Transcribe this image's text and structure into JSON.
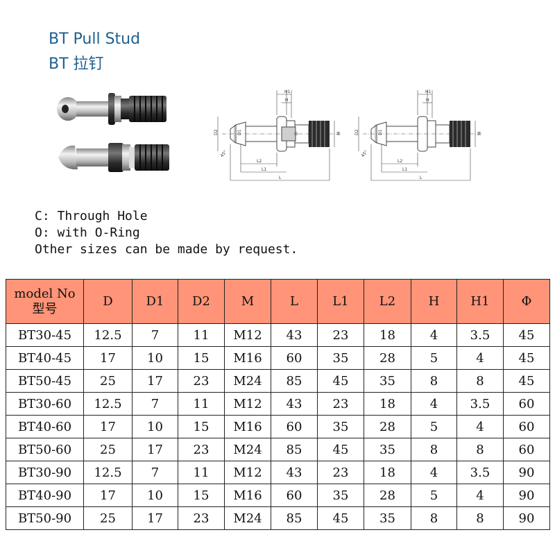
{
  "title": {
    "line1": "BT Pull Stud",
    "line2": "BT 拉钉"
  },
  "notes": [
    "C: Through Hole",
    "O: with O-Ring",
    "Other sizes can be made by request."
  ],
  "drawing_labels": {
    "D": "D",
    "D1": "D1",
    "D2": "D2",
    "M": "M",
    "L": "L",
    "L1": "L1",
    "L2": "L2",
    "H": "H",
    "H1": "H1",
    "angle": "45°"
  },
  "colors": {
    "title": "#1e5f8f",
    "header_bg": "#ff9478"
  },
  "table": {
    "headers": [
      "model No",
      "D",
      "D1",
      "D2",
      "M",
      "L",
      "L1",
      "L2",
      "H",
      "H1",
      "Φ"
    ],
    "header_model_cn": "型号",
    "rows": [
      [
        "BT30-45",
        "12.5",
        "7",
        "11",
        "M12",
        "43",
        "23",
        "18",
        "4",
        "3.5",
        "45"
      ],
      [
        "BT40-45",
        "17",
        "10",
        "15",
        "M16",
        "60",
        "35",
        "28",
        "5",
        "4",
        "45"
      ],
      [
        "BT50-45",
        "25",
        "17",
        "23",
        "M24",
        "85",
        "45",
        "35",
        "8",
        "8",
        "45"
      ],
      [
        "BT30-60",
        "12.5",
        "7",
        "11",
        "M12",
        "43",
        "23",
        "18",
        "4",
        "3.5",
        "60"
      ],
      [
        "BT40-60",
        "17",
        "10",
        "15",
        "M16",
        "60",
        "35",
        "28",
        "5",
        "4",
        "60"
      ],
      [
        "BT50-60",
        "25",
        "17",
        "23",
        "M24",
        "85",
        "45",
        "35",
        "8",
        "8",
        "60"
      ],
      [
        "BT30-90",
        "12.5",
        "7",
        "11",
        "M12",
        "43",
        "23",
        "18",
        "4",
        "3.5",
        "90"
      ],
      [
        "BT40-90",
        "17",
        "10",
        "15",
        "M16",
        "60",
        "35",
        "28",
        "5",
        "4",
        "90"
      ],
      [
        "BT50-90",
        "25",
        "17",
        "23",
        "M24",
        "85",
        "45",
        "35",
        "8",
        "8",
        "90"
      ]
    ]
  }
}
